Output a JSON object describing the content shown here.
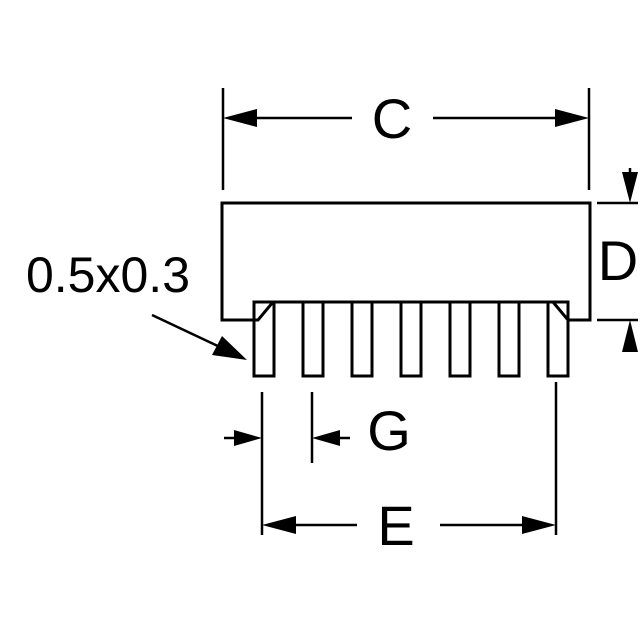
{
  "diagram": {
    "labels": {
      "c": "C",
      "d": "D",
      "e": "E",
      "g": "G",
      "chamfer": "0.5x0.3"
    },
    "pin_count": 7,
    "colors": {
      "ink": "#000000",
      "background": "#ffffff"
    }
  }
}
